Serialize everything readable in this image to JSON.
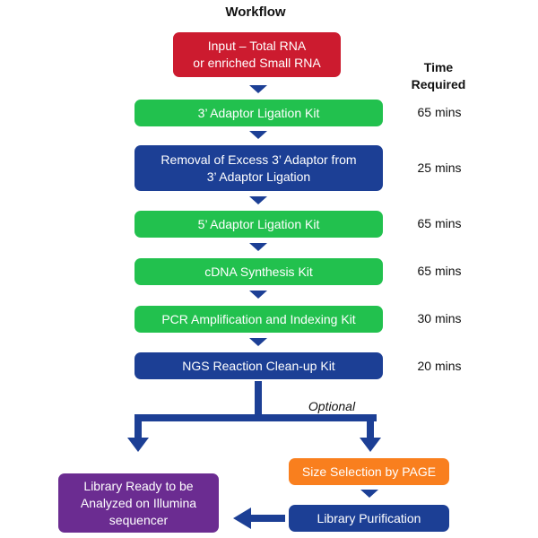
{
  "title": "Workflow",
  "time_header": "Time\nRequired",
  "optional_label": "Optional",
  "steps": [
    {
      "label": "Input – Total RNA\nor enriched Small RNA",
      "time": ""
    },
    {
      "label": "3’ Adaptor Ligation Kit",
      "time": "65 mins"
    },
    {
      "label": "Removal of Excess 3’ Adaptor from\n3’ Adaptor Ligation",
      "time": "25 mins"
    },
    {
      "label": "5’ Adaptor Ligation Kit",
      "time": "65 mins"
    },
    {
      "label": "cDNA Synthesis Kit",
      "time": "65 mins"
    },
    {
      "label": "PCR Amplification and Indexing Kit",
      "time": "30 mins"
    },
    {
      "label": "NGS Reaction Clean-up Kit",
      "time": "20 mins"
    }
  ],
  "branch": {
    "size_selection": "Size Selection by PAGE",
    "library_purification": "Library Purification",
    "library_ready": "Library Ready to be\nAnalyzed on Illumina\nsequencer"
  },
  "colors": {
    "input": "#cc1b2f",
    "kit": "#22c14e",
    "process": "#1c3f95",
    "optional_step": "#f97f1e",
    "final": "#6b2c91",
    "arrow": "#1c3f95"
  }
}
